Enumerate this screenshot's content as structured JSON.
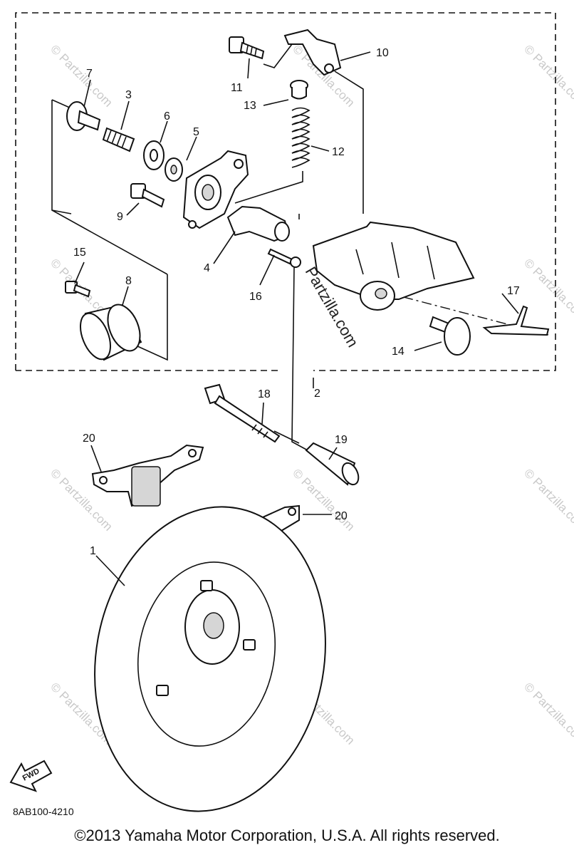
{
  "diagram": {
    "callouts": [
      {
        "id": "1",
        "text": "1"
      },
      {
        "id": "2",
        "text": "2"
      },
      {
        "id": "3",
        "text": "3"
      },
      {
        "id": "4",
        "text": "4"
      },
      {
        "id": "5",
        "text": "5"
      },
      {
        "id": "6",
        "text": "6"
      },
      {
        "id": "7",
        "text": "7"
      },
      {
        "id": "8",
        "text": "8"
      },
      {
        "id": "9",
        "text": "9"
      },
      {
        "id": "10",
        "text": "10"
      },
      {
        "id": "11",
        "text": "11"
      },
      {
        "id": "12",
        "text": "12"
      },
      {
        "id": "13",
        "text": "13"
      },
      {
        "id": "14",
        "text": "14"
      },
      {
        "id": "15",
        "text": "15"
      },
      {
        "id": "16",
        "text": "16"
      },
      {
        "id": "17",
        "text": "17"
      },
      {
        "id": "18",
        "text": "18"
      },
      {
        "id": "19",
        "text": "19"
      },
      {
        "id": "20a",
        "text": "20"
      },
      {
        "id": "20b",
        "text": "20"
      }
    ],
    "fwd_label": "FWD",
    "watermark": "© Partzilla.com",
    "watermark_center": "Partzilla.com"
  },
  "footer": {
    "diagram_code": "8AB100-4210",
    "copyright": "©2013  Yamaha Motor Corporation, U.S.A. All rights reserved."
  }
}
